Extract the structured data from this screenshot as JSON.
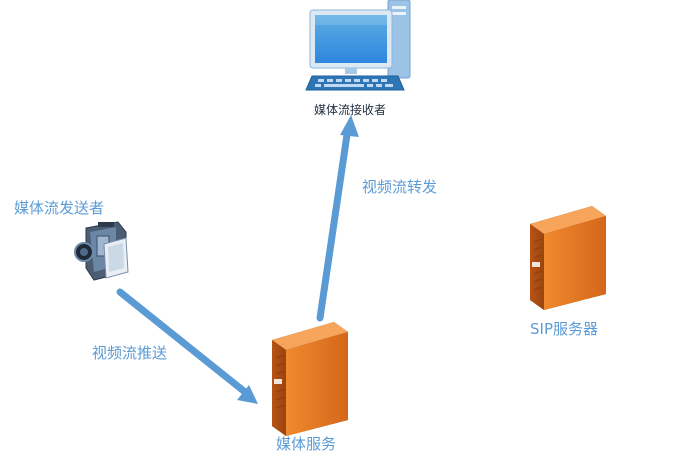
{
  "nodes": {
    "receiver": {
      "label": "媒体流接收者",
      "icon": "desktop-computer-icon"
    },
    "sender": {
      "label": "媒体流发送者",
      "icon": "video-camera-icon"
    },
    "media_service": {
      "label": "媒体服务",
      "icon": "server-tower-icon"
    },
    "sip_server": {
      "label": "SIP服务器",
      "icon": "server-tower-icon"
    }
  },
  "edges": {
    "push": {
      "label": "视频流推送",
      "from": "sender",
      "to": "media_service"
    },
    "forward": {
      "label": "视频流转发",
      "from": "media_service",
      "to": "receiver"
    }
  },
  "colors": {
    "arrow": "#5B9BD5",
    "label_blue": "#5B9BD5",
    "label_dark": "#1f2d3d",
    "server_orange": "#E87722",
    "monitor_blue": "#2E86DE"
  }
}
